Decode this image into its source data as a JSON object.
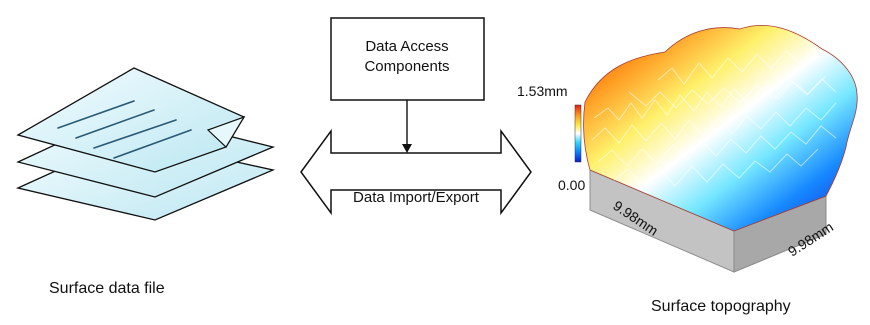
{
  "diagram": {
    "file_caption": "Surface data file",
    "data_access": {
      "line1": "Data Access",
      "line2": "Components"
    },
    "import_export_label": "Data Import/Export",
    "topography_caption": "Surface topography",
    "colorbar": {
      "max_label": "1.53mm",
      "min_label": "0.00",
      "colors": [
        "#0b1bd6",
        "#0a86ff",
        "#38d7ff",
        "#ffffff",
        "#ffe43a",
        "#ff9a1d",
        "#e61b15"
      ]
    },
    "axis_x_label": "9.98mm",
    "axis_y_label": "9.98mm",
    "palette": {
      "sheet_fill": "#cfeff6",
      "sheet_stroke": "#111111",
      "text_line": "#28526b",
      "arrow_fill": "#ffffff",
      "surface_side": "#bdbdbd",
      "surface_side_dark": "#9d9d9d"
    }
  }
}
